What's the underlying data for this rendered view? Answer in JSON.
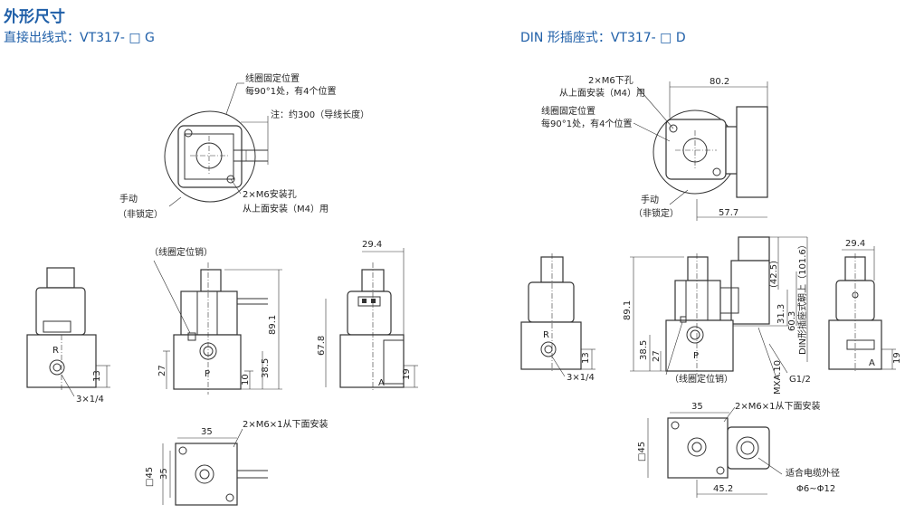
{
  "header": {
    "title": "外形尺寸",
    "left_subtitle": "直接出线式：VT317- □ G",
    "right_subtitle": "DIN 形插座式：VT317- □ D"
  },
  "left": {
    "top_view": {
      "coil_position": "线圈固定位置",
      "coil_position_note": "每90°1处，有4个位置",
      "wire_note": "注：约300（导线长度）",
      "manual": "手动",
      "manual_note": "（非锁定）",
      "mount_holes": "2×M6安装孔",
      "mount_note": "从上面安装（M4）用"
    },
    "side_view": {
      "port": "R",
      "thread": "3×1/4",
      "dim_13": "13"
    },
    "front_view": {
      "pin_label": "（线圈定位销）",
      "port": "P",
      "dim_891": "89.1",
      "dim_385": "38.5",
      "dim_27": "27",
      "dim_10": "10"
    },
    "right_view": {
      "dim_294": "29.4",
      "dim_678": "67.8",
      "dim_19": "19",
      "port": "A"
    },
    "bottom_view": {
      "dim_35_top": "35",
      "holes": "2×M6×1从下面安装",
      "dim_sq45": "□45",
      "dim_35_side": "35"
    }
  },
  "right": {
    "top_view": {
      "holes": "2×M6下孔",
      "holes_note": "从上面安装（M4）用",
      "coil_position": "线圈固定位置",
      "coil_position_note": "每90°1处，有4个位置",
      "dim_802": "80.2",
      "manual": "手动",
      "manual_note": "（非锁定）",
      "dim_577": "57.7"
    },
    "side_view": {
      "port": "R",
      "thread": "3×1/4",
      "dim_13": "13"
    },
    "front_view": {
      "dim_891": "89.1",
      "dim_385": "38.5",
      "dim_27": "27",
      "dim_425": "(42.5)",
      "dim_313": "31.3",
      "dim_603": "60.3",
      "dim_din": "DIN形插座式朝上（101.6）",
      "port": "P",
      "pin_label": "（线圈定位销）",
      "mxa": "MXA.10",
      "g12": "G1/2"
    },
    "right_view": {
      "dim_294": "29.4",
      "dim_19": "19",
      "port": "A"
    },
    "bottom_view": {
      "dim_35": "35",
      "holes": "2×M6×1从下面安装",
      "dim_sq45": "□45",
      "cable": "适合电缆外径",
      "cable_range": "Φ6~Φ12",
      "dim_452": "45.2"
    }
  }
}
